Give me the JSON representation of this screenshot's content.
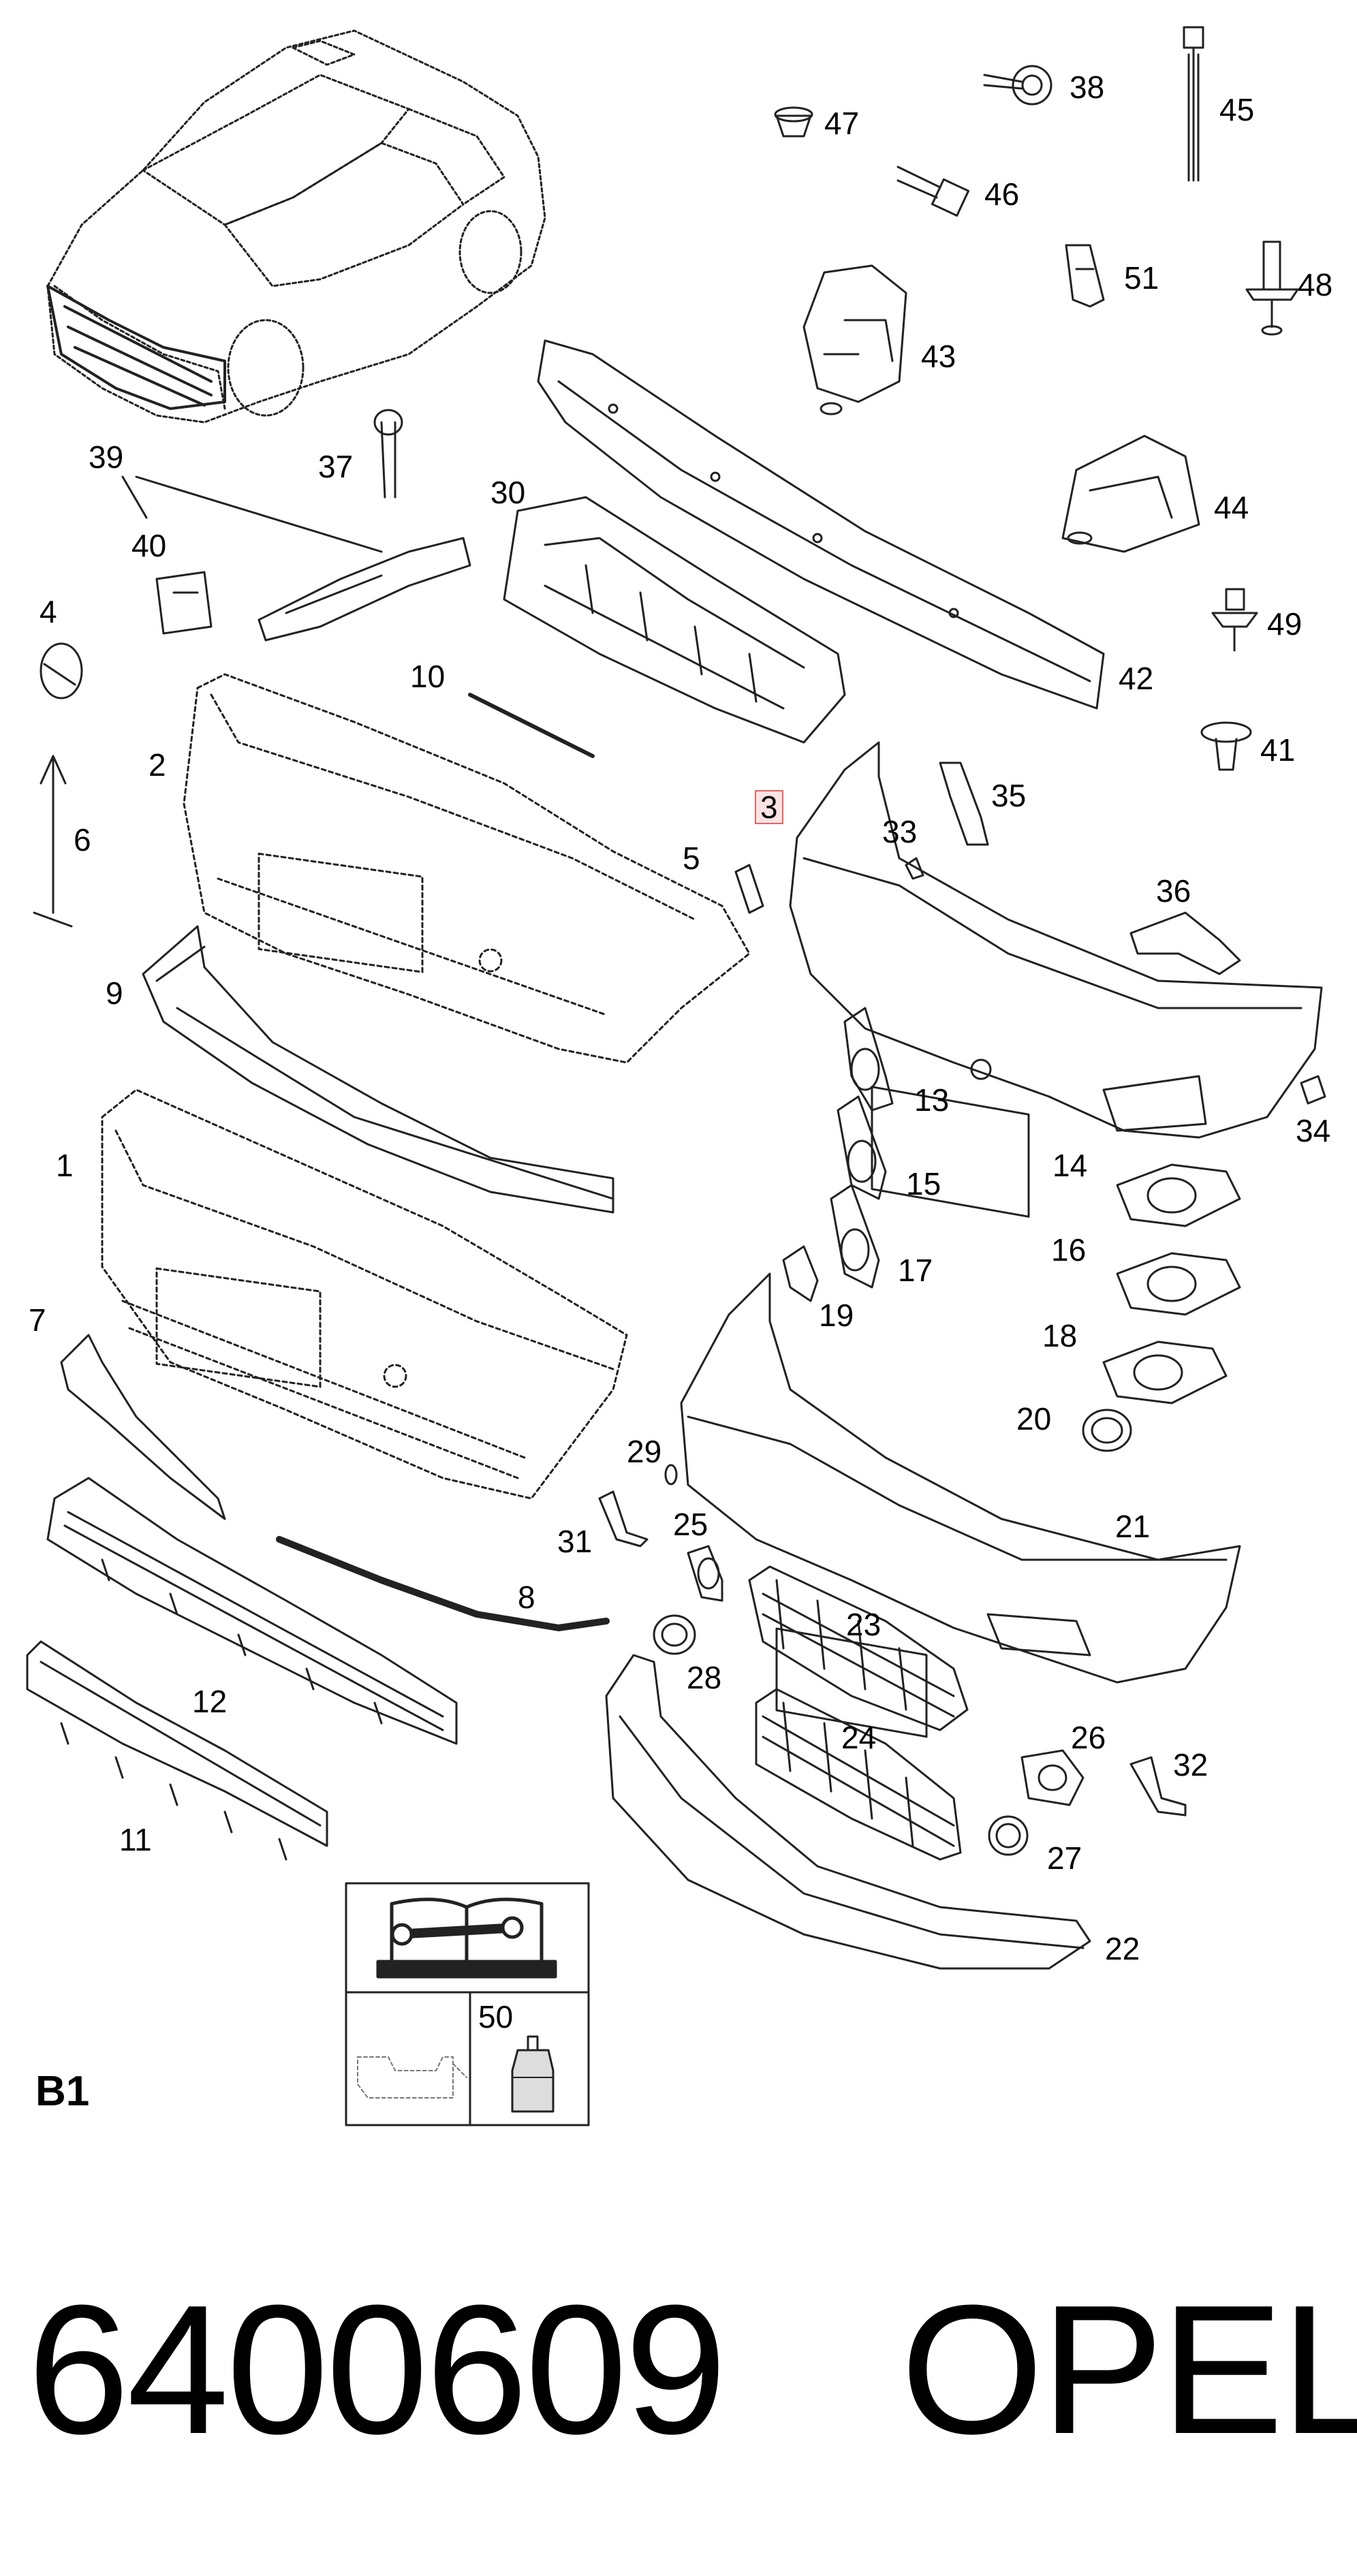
{
  "diagram": {
    "section_label": "B1",
    "part_number": "6400609",
    "brand": "OPEL",
    "highlighted_callout": "3",
    "highlight_color": "#e06666",
    "callouts": [
      {
        "id": "c47",
        "label": "47"
      },
      {
        "id": "c38",
        "label": "38"
      },
      {
        "id": "c45",
        "label": "45"
      },
      {
        "id": "c46",
        "label": "46"
      },
      {
        "id": "c51",
        "label": "51"
      },
      {
        "id": "c48",
        "label": "48"
      },
      {
        "id": "c43",
        "label": "43"
      },
      {
        "id": "c39",
        "label": "39"
      },
      {
        "id": "c37",
        "label": "37"
      },
      {
        "id": "c30",
        "label": "30"
      },
      {
        "id": "c44",
        "label": "44"
      },
      {
        "id": "c40",
        "label": "40"
      },
      {
        "id": "c4",
        "label": "4"
      },
      {
        "id": "c49",
        "label": "49"
      },
      {
        "id": "c10",
        "label": "10"
      },
      {
        "id": "c42",
        "label": "42"
      },
      {
        "id": "c41",
        "label": "41"
      },
      {
        "id": "c2",
        "label": "2"
      },
      {
        "id": "c3",
        "label": "3"
      },
      {
        "id": "c35",
        "label": "35"
      },
      {
        "id": "c6",
        "label": "6"
      },
      {
        "id": "c33",
        "label": "33"
      },
      {
        "id": "c5",
        "label": "5"
      },
      {
        "id": "c36",
        "label": "36"
      },
      {
        "id": "c9",
        "label": "9"
      },
      {
        "id": "c13",
        "label": "13"
      },
      {
        "id": "c34",
        "label": "34"
      },
      {
        "id": "c1",
        "label": "1"
      },
      {
        "id": "c14",
        "label": "14"
      },
      {
        "id": "c15",
        "label": "15"
      },
      {
        "id": "c16",
        "label": "16"
      },
      {
        "id": "c7",
        "label": "7"
      },
      {
        "id": "c17",
        "label": "17"
      },
      {
        "id": "c19",
        "label": "19"
      },
      {
        "id": "c18",
        "label": "18"
      },
      {
        "id": "c20",
        "label": "20"
      },
      {
        "id": "c29",
        "label": "29"
      },
      {
        "id": "c21",
        "label": "21"
      },
      {
        "id": "c25",
        "label": "25"
      },
      {
        "id": "c31",
        "label": "31"
      },
      {
        "id": "c23",
        "label": "23"
      },
      {
        "id": "c8",
        "label": "8"
      },
      {
        "id": "c28",
        "label": "28"
      },
      {
        "id": "c12",
        "label": "12"
      },
      {
        "id": "c24",
        "label": "24"
      },
      {
        "id": "c26",
        "label": "26"
      },
      {
        "id": "c32",
        "label": "32"
      },
      {
        "id": "c11",
        "label": "11"
      },
      {
        "id": "c27",
        "label": "27"
      },
      {
        "id": "c22",
        "label": "22"
      },
      {
        "id": "c50",
        "label": "50"
      }
    ],
    "icons": [
      "car-icon",
      "repair-manual-icon",
      "lubrication-icon",
      "oil-bottle-icon"
    ]
  }
}
